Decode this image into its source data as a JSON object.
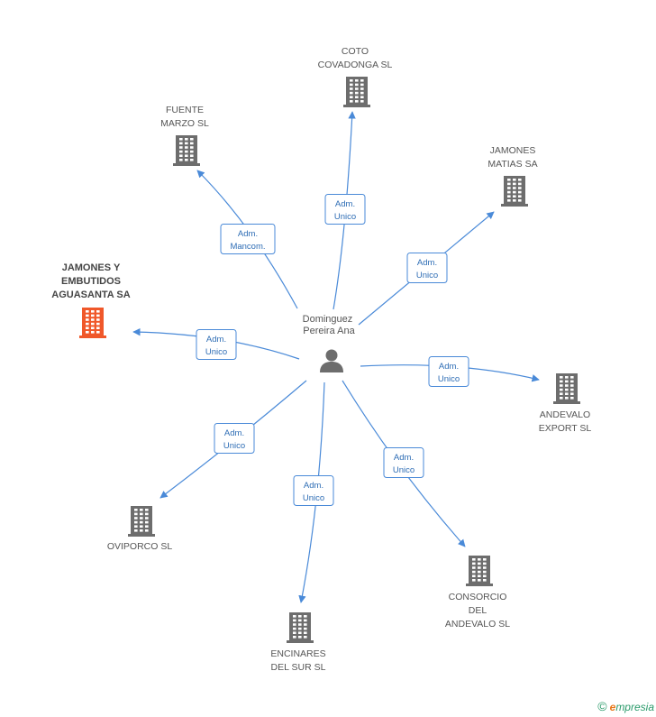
{
  "center": {
    "name_lines": [
      "Dominguez",
      "Pereira Ana"
    ],
    "icon": "person-icon"
  },
  "relations": [
    {
      "id": "coto",
      "company_lines": [
        "COTO",
        "COVADONGA SL"
      ],
      "role_lines": [
        "Adm.",
        "Unico"
      ],
      "highlight": false,
      "color": "#6d6d6d"
    },
    {
      "id": "fuente",
      "company_lines": [
        "FUENTE",
        "MARZO SL"
      ],
      "role_lines": [
        "Adm.",
        "Mancom."
      ],
      "highlight": false,
      "color": "#6d6d6d"
    },
    {
      "id": "matias",
      "company_lines": [
        "JAMONES",
        "MATIAS SA"
      ],
      "role_lines": [
        "Adm.",
        "Unico"
      ],
      "highlight": false,
      "color": "#6d6d6d"
    },
    {
      "id": "aguasanta",
      "company_lines": [
        "JAMONES Y",
        "EMBUTIDOS",
        "AGUASANTA SA"
      ],
      "role_lines": [
        "Adm.",
        "Unico"
      ],
      "highlight": true,
      "color": "#f0582a"
    },
    {
      "id": "andevalo-export",
      "company_lines": [
        "ANDEVALO",
        "EXPORT SL"
      ],
      "role_lines": [
        "Adm.",
        "Unico"
      ],
      "highlight": false,
      "color": "#6d6d6d"
    },
    {
      "id": "oviporco",
      "company_lines": [
        "OVIPORCO SL"
      ],
      "role_lines": [
        "Adm.",
        "Unico"
      ],
      "highlight": false,
      "color": "#6d6d6d"
    },
    {
      "id": "encinares",
      "company_lines": [
        "ENCINARES",
        "DEL SUR SL"
      ],
      "role_lines": [
        "Adm.",
        "Unico"
      ],
      "highlight": false,
      "color": "#6d6d6d"
    },
    {
      "id": "consorcio",
      "company_lines": [
        "CONSORCIO",
        "DEL",
        "ANDEVALO SL"
      ],
      "role_lines": [
        "Adm.",
        "Unico"
      ],
      "highlight": false,
      "color": "#6d6d6d"
    }
  ],
  "colors": {
    "edge": "#4a8ad8",
    "role_text": "#2e6db5",
    "icon_gray": "#6d6d6d",
    "icon_highlight": "#f0582a"
  },
  "footer": {
    "copyright": "©",
    "brand_initial": "e",
    "brand_rest": "mpresia"
  }
}
